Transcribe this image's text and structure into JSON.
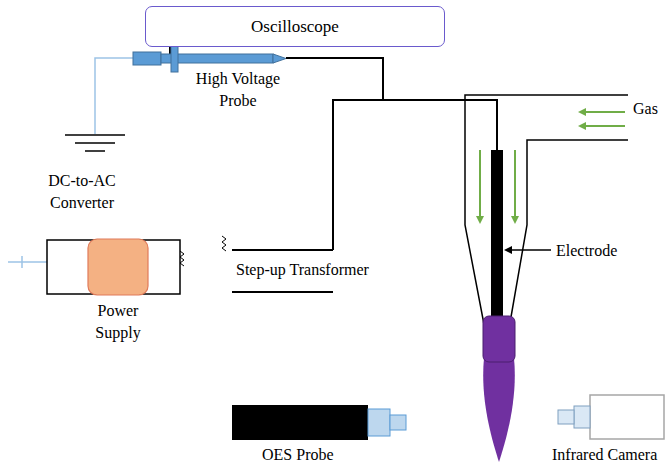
{
  "diagram": {
    "nodes": [
      {
        "text": [
          "Oscilloscope"
        ]
      }
    ],
    "labels": [
      "High Voltage Probe",
      "DC-to-AC Converter",
      "Gas",
      "Step-up Transformer",
      "Electrode",
      "Power Supply",
      "OES Probe",
      "Infrared Camera"
    ]
  }
}
